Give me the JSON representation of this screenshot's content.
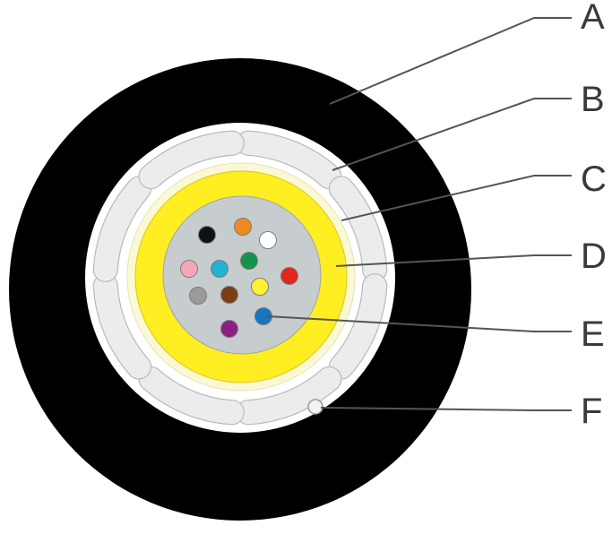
{
  "callouts": [
    {
      "id": "A",
      "label": "A"
    },
    {
      "id": "B",
      "label": "B"
    },
    {
      "id": "C",
      "label": "C"
    },
    {
      "id": "D",
      "label": "D"
    },
    {
      "id": "E",
      "label": "E"
    },
    {
      "id": "F",
      "label": "F"
    }
  ],
  "colors": {
    "outer_jacket": "#000000",
    "strength_layer": "#ffffff",
    "strength_segment": "#ececec",
    "inner_ring": "#fbf8d4",
    "buffer_tube": "#ffee22",
    "gel_core": "#c7cccf",
    "leader_line": "#555555",
    "label_text": "#3a3a3a"
  },
  "fibers": [
    {
      "color_name": "black",
      "hex": "#111111"
    },
    {
      "color_name": "orange",
      "hex": "#ef8a1f"
    },
    {
      "color_name": "white",
      "hex": "#ffffff"
    },
    {
      "color_name": "pink",
      "hex": "#f4a6b9"
    },
    {
      "color_name": "aqua",
      "hex": "#21b3d0"
    },
    {
      "color_name": "green",
      "hex": "#14944a"
    },
    {
      "color_name": "red",
      "hex": "#e0261d"
    },
    {
      "color_name": "gray",
      "hex": "#9a9a9a"
    },
    {
      "color_name": "brown",
      "hex": "#7a3d14"
    },
    {
      "color_name": "yellow",
      "hex": "#fff133"
    },
    {
      "color_name": "blue",
      "hex": "#1a74c4"
    },
    {
      "color_name": "violet",
      "hex": "#8a1f86"
    }
  ]
}
